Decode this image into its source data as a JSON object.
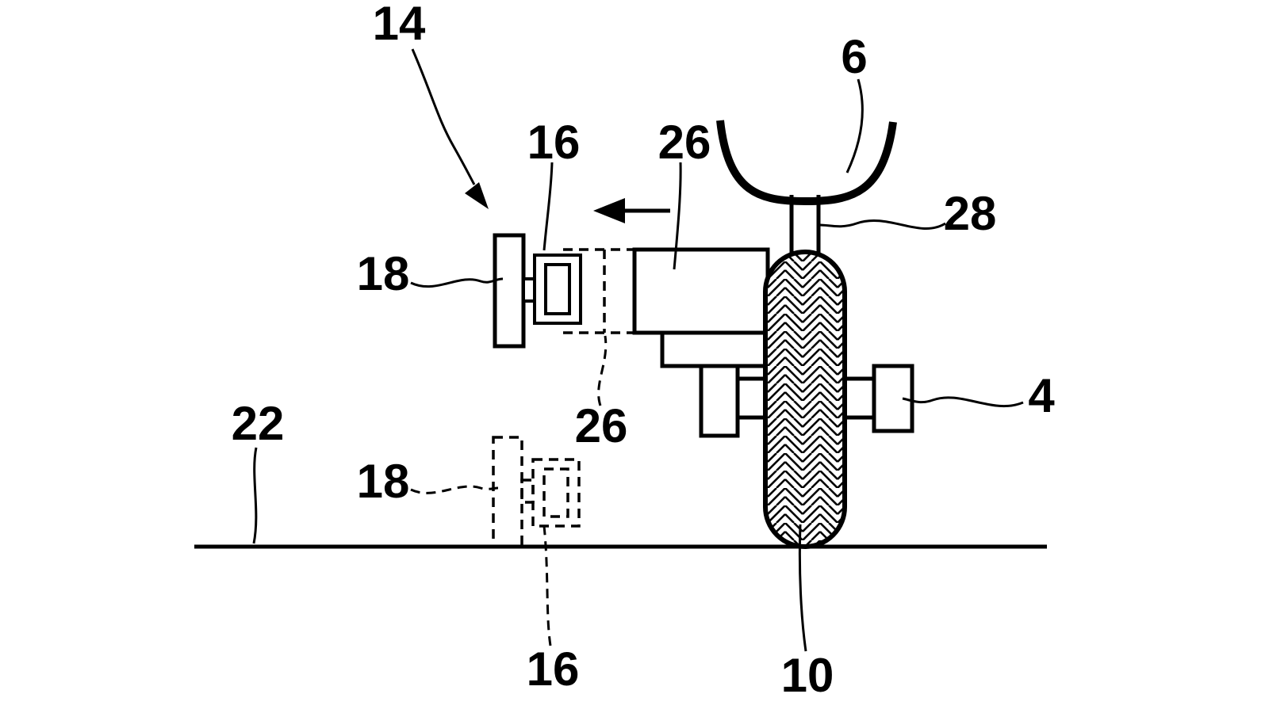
{
  "figure": {
    "background": "#ffffff",
    "ink": "#000000",
    "description": "patent-style line drawing of a driven caster wheel assembly with friction-disc drive shown engaged (solid) and lowered to ground (dashed)",
    "labels": {
      "l14": "14",
      "l16_top": "16",
      "l26_top": "26",
      "l6": "6",
      "l28": "28",
      "l18_upper": "18",
      "l4": "4",
      "l22": "22",
      "l26_mid": "26",
      "l18_lower": "18",
      "l16_bottom": "16",
      "l10": "10"
    }
  }
}
